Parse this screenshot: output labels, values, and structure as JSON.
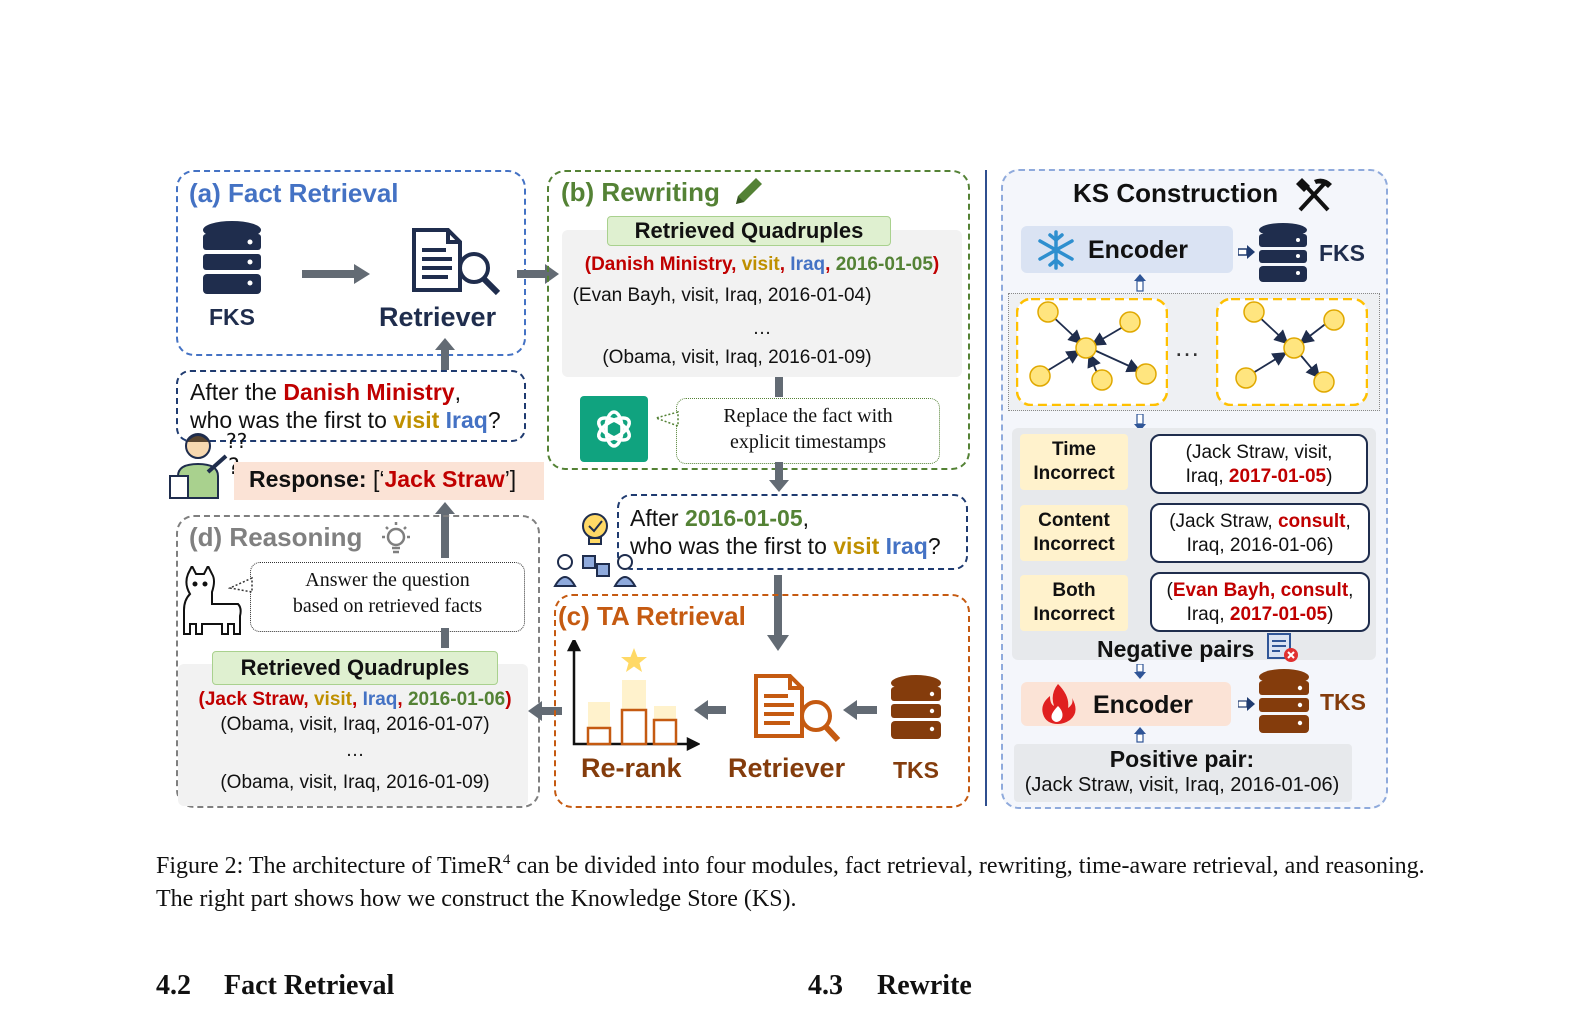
{
  "panels": {
    "fact_retrieval": {
      "title": "(a) Fact Retrieval",
      "fks_label": "FKS",
      "retriever_label": "Retriever"
    },
    "rewriting": {
      "title": "(b) Rewriting",
      "tag": "Retrieved Quadruples",
      "quad1": {
        "open": "(",
        "entity": "Danish Ministry",
        "c1": ", ",
        "relation": "visit",
        "c2": ", ",
        "object": "Iraq",
        "c3": ", ",
        "date": "2016-01-05",
        "close": ")"
      },
      "quad2": "(Evan Bayh, visit, Iraq, 2016-01-04)",
      "ellipsis": "…",
      "quad3": "(Obama, visit, Iraq, 2016-01-09)",
      "bubble_line1": "Replace the fact with",
      "bubble_line2": "explicit timestamps"
    },
    "question": {
      "pre": "After the ",
      "entity": "Danish Ministry",
      "post1": ",",
      "line2_pre": "who was the first to ",
      "relation": "visit",
      "space": " ",
      "object": "Iraq",
      "qmark": "?"
    },
    "response": {
      "label": "Response: ",
      "open": "[‘",
      "answer": "Jack Straw",
      "close": "’]"
    },
    "reasoning": {
      "title": "(d) Reasoning",
      "bubble_line1": "Answer the question",
      "bubble_line2": "based on retrieved facts",
      "tag": "Retrieved Quadruples",
      "quad1": {
        "open": "(",
        "entity": "Jack Straw",
        "c1": ", ",
        "relation": "visit",
        "c2": ", ",
        "object": "Iraq",
        "c3": ", ",
        "date": "2016-01-06",
        "close": ")"
      },
      "quad2": "(Obama, visit, Iraq, 2016-01-07)",
      "ellipsis": "…",
      "quad3": "(Obama, visit, Iraq, 2016-01-09)"
    },
    "rewritten_question": {
      "pre": "After ",
      "date": "2016-01-05",
      "post": ",",
      "line2_pre": "who was the first to ",
      "relation": "visit",
      "space": " ",
      "object": "Iraq",
      "qmark": "?"
    },
    "ta_retrieval": {
      "title": "(c) TA Retrieval",
      "rerank_label": "Re-rank",
      "retriever_label": "Retriever",
      "tks_label": "TKS"
    },
    "ks": {
      "title": "KS Construction",
      "encoder_top": "Encoder",
      "fks_label": "FKS",
      "dots": "…",
      "time_incorrect_1": "Time",
      "time_incorrect_2": "Incorrect",
      "time_q_line1": "(Jack Straw, visit,",
      "time_q_line2_pre": "Iraq, ",
      "time_q_date": "2017-01-05",
      "time_q_close": ")",
      "content_incorrect_1": "Content",
      "content_incorrect_2": "Incorrect",
      "content_q_pre": "(Jack Straw, ",
      "content_q_rel": "consult",
      "content_q_c": ",",
      "content_q_line2": "Iraq, 2016-01-06)",
      "both_incorrect_1": "Both",
      "both_incorrect_2": "Incorrect",
      "both_q_open": "(",
      "both_q_ent": "Evan Bayh, consult",
      "both_q_c": ",",
      "both_q_line2_pre": "Iraq, ",
      "both_q_date": "2017-01-05",
      "both_q_close": ")",
      "negative_pairs": "Negative pairs",
      "encoder_bottom": "Encoder",
      "tks_label": "TKS",
      "positive_pair": "Positive pair:",
      "positive_quad": "(Jack Straw, visit, Iraq, 2016-01-06)"
    }
  },
  "caption": {
    "pre": "Figure 2: The architecture of TimeR",
    "sup": "4",
    "post": " can be divided into four modules, fact retrieval, rewriting, time-aware retrieval, and reasoning. The right part shows how we construct the Knowledge Store (KS)."
  },
  "sections": {
    "left_num": "4.2",
    "left_title": "Fact Retrieval",
    "right_num": "4.3",
    "right_title": "Rewrite"
  },
  "colors": {
    "blue_panel": "#4472c4",
    "green_panel": "#548235",
    "orange_panel": "#c55a11",
    "gray_panel": "#7f7f7f",
    "navy_db": "#1f2d4d",
    "brown_db": "#843c0c"
  }
}
